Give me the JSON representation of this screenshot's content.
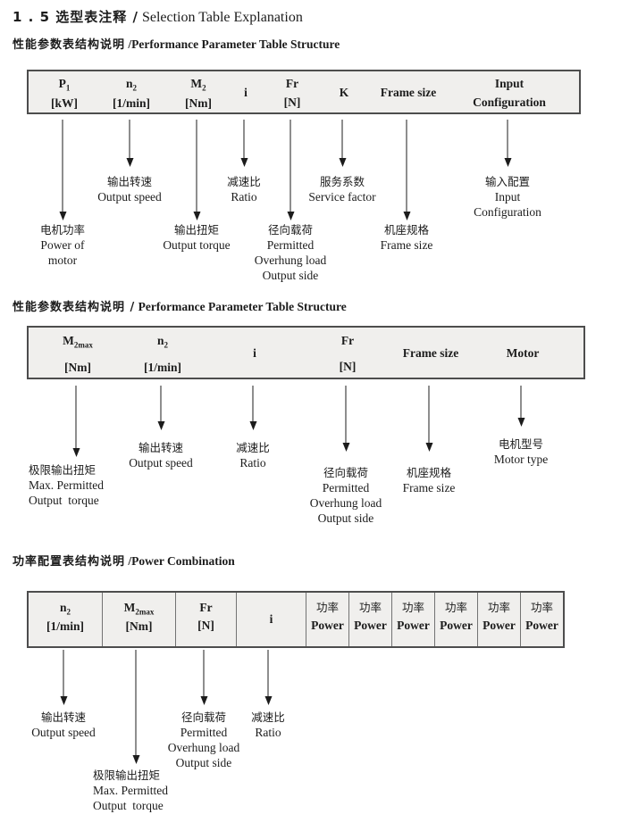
{
  "title": {
    "zh": "1 . 5 选型表注释 /",
    "en": "Selection Table Explanation"
  },
  "sections": [
    {
      "heading_zh": "性能参数表结构说明",
      "heading_en": "/Performance Parameter Table Structure",
      "columns": [
        {
          "line1": "P",
          "sub": "1",
          "line2": "[kW]"
        },
        {
          "line1": "n",
          "sub": "2",
          "line2": "[1/min]"
        },
        {
          "line1": "M",
          "sub": "2",
          "line2": "[Nm]"
        },
        {
          "line1": "i"
        },
        {
          "line1": "Fr",
          "line2": "[N]"
        },
        {
          "line1": "K"
        },
        {
          "line1": "Frame size"
        },
        {
          "line1": "Input",
          "line2": "Configuration"
        }
      ],
      "callouts": [
        {
          "lines": [
            "电机功率",
            "Power of",
            "motor"
          ]
        },
        {
          "lines": [
            "输出转速",
            "Output speed"
          ]
        },
        {
          "lines": [
            "输出扭矩",
            "Output torque"
          ]
        },
        {
          "lines": [
            "减速比",
            "Ratio"
          ]
        },
        {
          "lines": [
            "径向载荷",
            "Permitted",
            "Overhung load",
            "Output side"
          ]
        },
        {
          "lines": [
            "服务系数",
            "Service factor"
          ]
        },
        {
          "lines": [
            "机座规格",
            "Frame size"
          ]
        },
        {
          "lines": [
            "输入配置",
            "Input",
            "Configuration"
          ]
        }
      ]
    },
    {
      "heading_zh": "性能参数表结构说明 /",
      "heading_en": "Performance Parameter Table Structure",
      "columns": [
        {
          "line1": "M",
          "sub": "2max",
          "line2": "[Nm]"
        },
        {
          "line1": "n",
          "sub": "2",
          "line2": "[1/min]"
        },
        {
          "line1": "i"
        },
        {
          "line1": "Fr",
          "line2": "[N]"
        },
        {
          "line1": "Frame size"
        },
        {
          "line1": "Motor"
        }
      ],
      "callouts": [
        {
          "lines": [
            "极限输出扭矩",
            "Max. Permitted",
            "Output  torque"
          ]
        },
        {
          "lines": [
            "输出转速",
            "Output speed"
          ]
        },
        {
          "lines": [
            "减速比",
            "Ratio"
          ]
        },
        {
          "lines": [
            "径向载荷",
            "Permitted",
            "Overhung load",
            "Output side"
          ]
        },
        {
          "lines": [
            "机座规格",
            "Frame size"
          ]
        },
        {
          "lines": [
            "电机型号",
            "Motor type"
          ]
        }
      ]
    },
    {
      "heading_zh": "功率配置表结构说明",
      "heading_en": "/Power Combination",
      "columns": [
        {
          "line1": "n",
          "sub": "2",
          "line2": "[1/min]"
        },
        {
          "line1": "M",
          "sub": "2max",
          "line2": "[Nm]"
        },
        {
          "line1": "Fr",
          "line2": "[N]"
        },
        {
          "line1": "i"
        },
        {
          "zh": "功率",
          "en": "Power"
        },
        {
          "zh": "功率",
          "en": "Power"
        },
        {
          "zh": "功率",
          "en": "Power"
        },
        {
          "zh": "功率",
          "en": "Power"
        },
        {
          "zh": "功率",
          "en": "Power"
        },
        {
          "zh": "功率",
          "en": "Power"
        }
      ],
      "callouts": [
        {
          "lines": [
            "输出转速",
            "Output speed"
          ]
        },
        {
          "lines": [
            "极限输出扭矩",
            "Max. Permitted",
            "Output  torque"
          ]
        },
        {
          "lines": [
            "径向载荷",
            "Permitted",
            "Overhung load",
            "Output side"
          ]
        },
        {
          "lines": [
            "减速比",
            "Ratio"
          ]
        }
      ]
    }
  ]
}
